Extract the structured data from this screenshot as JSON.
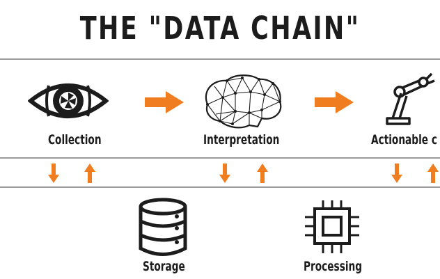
{
  "title": "THE \"DATA CHAIN\"",
  "colors": {
    "accent": "#f07d1f",
    "ink": "#1c1c1c",
    "rule": "#9a9a9a"
  },
  "stages": [
    {
      "label": "Collection",
      "icon": "eye-aperture-icon"
    },
    {
      "label": "Interpretation",
      "icon": "wireframe-brain-icon"
    },
    {
      "label": "Actionable c",
      "icon": "robot-arm-icon"
    }
  ],
  "support": [
    {
      "label": "Storage",
      "icon": "database-icon"
    },
    {
      "label": "Processing",
      "icon": "cpu-chip-icon"
    }
  ]
}
